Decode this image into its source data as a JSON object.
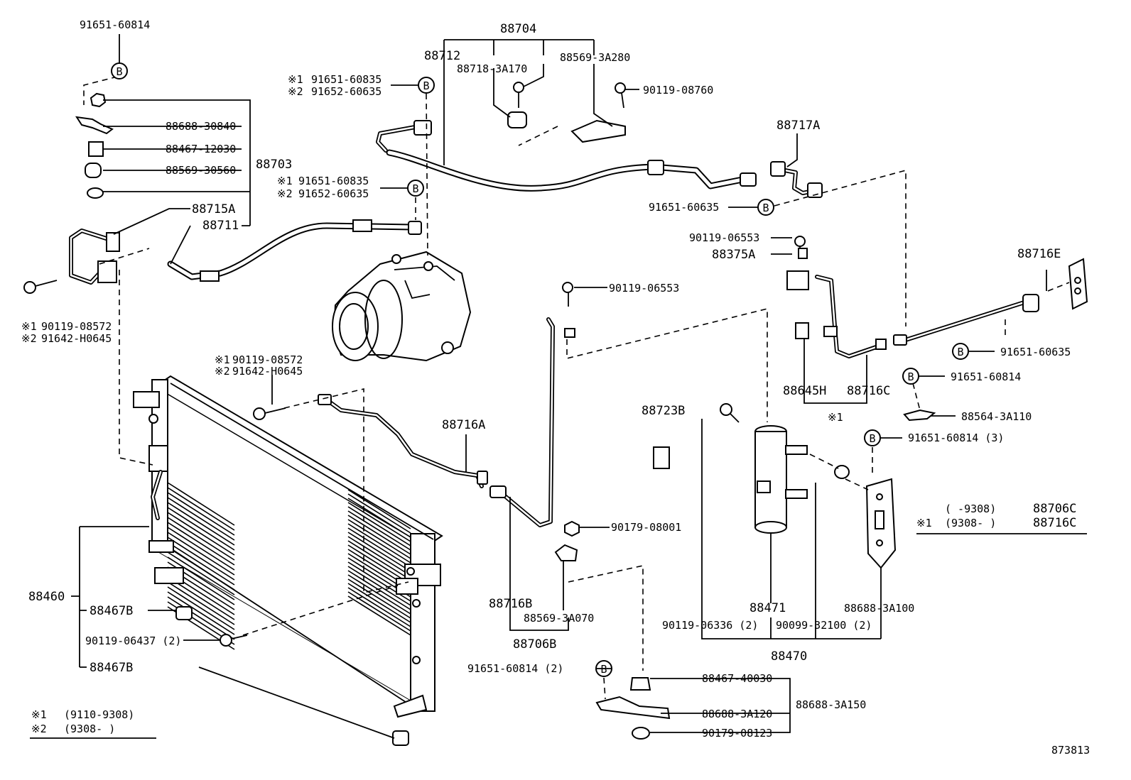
{
  "labels": {
    "p91651_60814_top": "91651-60814",
    "p88704": "88704",
    "p88712": "88712",
    "p88718_3a170": "88718-3A170",
    "p88569_3a280": "88569-3A280",
    "p90119_08760": "90119-08760",
    "p_star1_a": "※1",
    "p_star2_a": "※2",
    "p91651_60835_a": "91651-60835",
    "p91652_60635_a": "91652-60635",
    "p88688_30840": "88688-30840",
    "p88467_12030": "88467-12030",
    "p88703": "88703",
    "p88569_30560": "88569-30560",
    "p_star1_b": "※1",
    "p_star2_b": "※2",
    "p91651_60835_b": "91651-60835",
    "p91652_60635_b": "91652-60635",
    "p88715a": "88715A",
    "p88711": "88711",
    "p88717a": "88717A",
    "p91651_60635_a": "91651-60635",
    "p90119_06553_a": "90119-06553",
    "p88375a": "88375A",
    "p88716e": "88716E",
    "p_star1_c": "※1",
    "p_star2_c": "※2",
    "p90119_08572_a": "90119-08572",
    "p91642_h0645_a": "91642-H0645",
    "p90119_06553_b": "90119-06553",
    "p91651_60635_b": "91651-60635",
    "p88645h": "88645H",
    "p88716c": "88716C",
    "p91651_60814_b": "91651-60814",
    "p_star1_d": "※1",
    "p88564_3a110": "88564-3A110",
    "p_star1_e": "※1",
    "p_star2_e": "※2",
    "p90119_08572_b": "90119-08572",
    "p91642_h0645_b": "91642-H0645",
    "p88716a": "88716A",
    "p88723b": "88723B",
    "p91651_60814_c": "91651-60814 (3)",
    "p_note_range1": "(      -9308)",
    "p_note_part1": "88706C",
    "p_star1_f": "※1",
    "p_note_range2": "(9308-      )",
    "p_note_part2": "88716C",
    "p90179_08001": "90179-08001",
    "p88460": "88460",
    "p88467b_a": "88467B",
    "p90119_06437": "90119-06437 (2)",
    "p88467b_b": "88467B",
    "p88716b": "88716B",
    "p88569_3a070": "88569-3A070",
    "p88706b": "88706B",
    "p88471": "88471",
    "p88688_3a100": "88688-3A100",
    "p90119_06336": "90119-06336 (2)",
    "p90099_32100": "90099-32100 (2)",
    "p88470": "88470",
    "p91651_60814_d": "91651-60814 (2)",
    "p88467_40030": "88467-40030",
    "p88688_3a150": "88688-3A150",
    "p88688_3a120": "88688-3A120",
    "p90179_08123": "90179-08123",
    "legend_star1": "※1",
    "legend_range1": "(9110-9308)",
    "legend_star2": "※2",
    "legend_range2": "(9308-      )",
    "figure_number": "873813"
  },
  "bolt_marker": "B"
}
